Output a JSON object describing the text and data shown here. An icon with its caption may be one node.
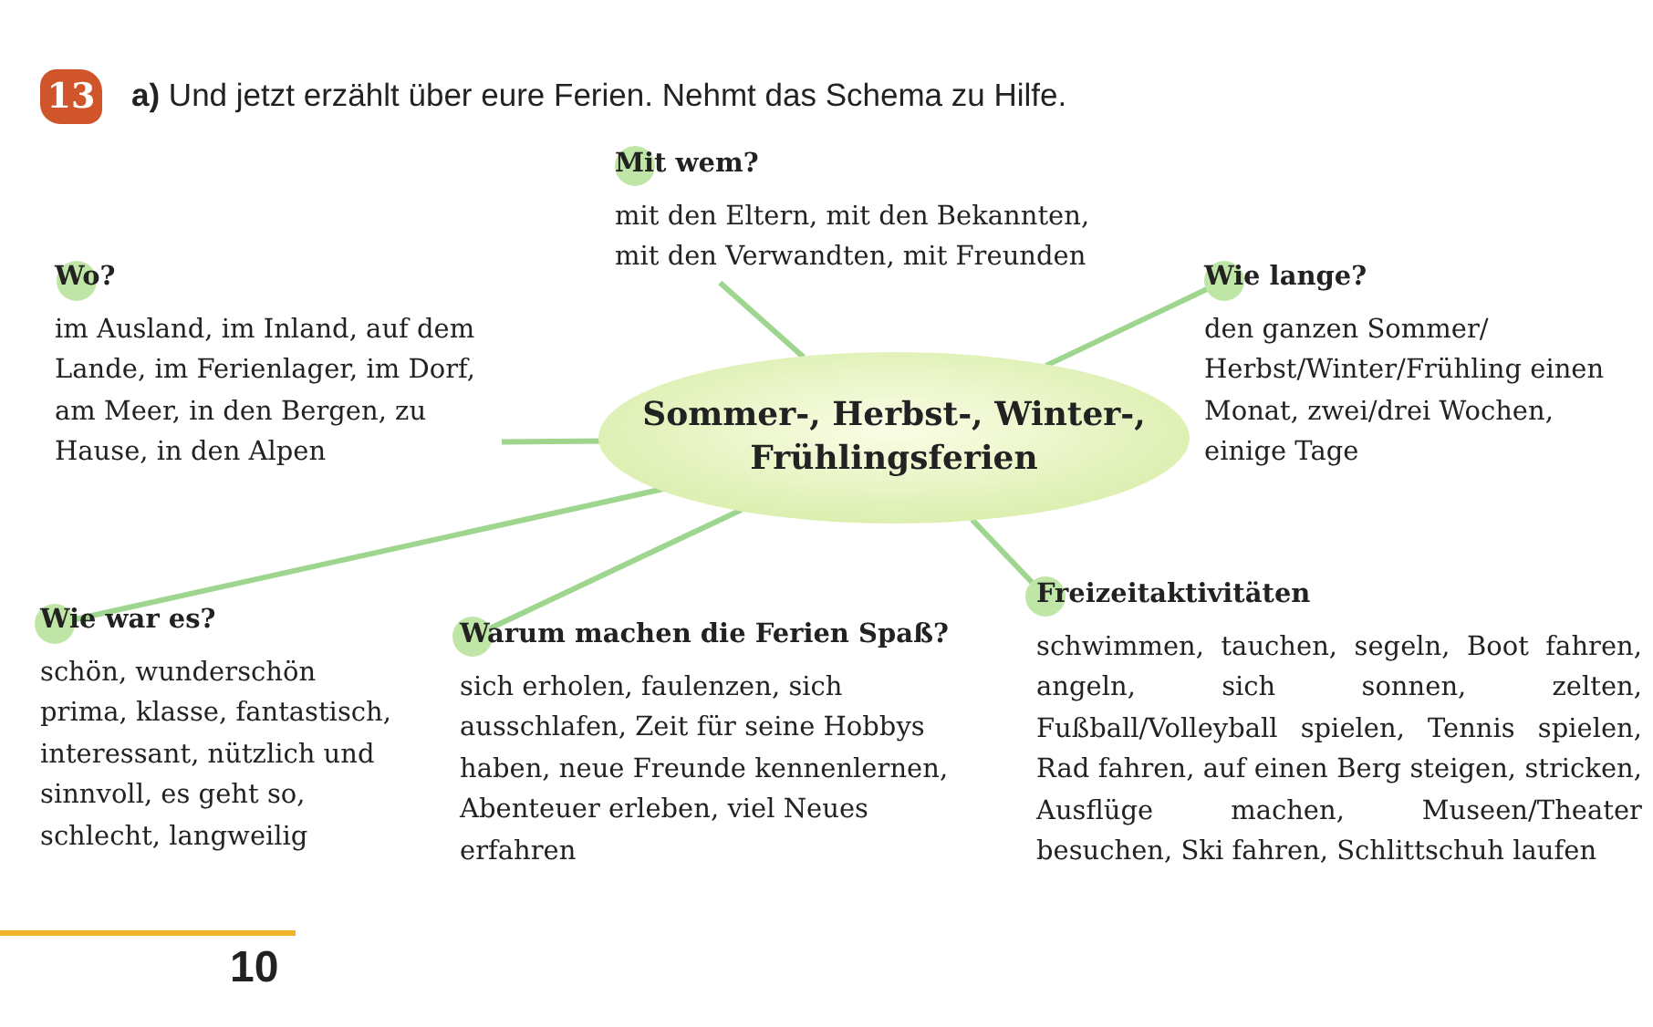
{
  "diagram": {
    "title": "**a)** Und jetzt erzählt über eure Ferien. Nehmt das Schema zu Hilfe.",
    "nodes": [
      {
        "text": [
          "Sommer-, Herbst-, Winter-, Frühlingsferien"
        ]
      },
      {
        "text": [
          "Mit wem?",
          "mit den Eltern, mit den Bekannten, mit den Verwandten, mit Freunden"
        ]
      },
      {
        "text": [
          "Wo?",
          "im Ausland, im Inland, auf dem Lande, im Ferienlager, im Dorf, am Meer, in den Bergen, zu Hause, in den Alpen"
        ]
      },
      {
        "text": [
          "Wie lange?",
          "den ganzen Sommer/ Herbst/Winter/Frühling einen Monat, zwei/drei Wochen, einige Tage"
        ]
      },
      {
        "text": [
          "Wie war es?",
          "schön, wunderschön prima, klasse, fantastisch, interessant, nützlich und sinnvoll, es geht so, schlecht, langweilig"
        ]
      },
      {
        "text": [
          "Warum machen die Ferien Spaß?",
          "sich erholen, faulenzen, sich ausschlafen, Zeit für seine Hobbys haben, neue Freunde kennenlernen, Abenteuer erleben, viel Neues erfahren"
        ]
      },
      {
        "text": [
          "Freizeitaktivitäten",
          "schwimmen, tauchen, segeln, Boot fahren, angeln, sich sonnen, zelten, Fußball/Volleyball spielen, Tennis spielen, Rad fahren, auf einen Berg steigen, stricken, Ausflüge machen, Museen/Theater besuchen, Ski fahren, Schlittschuh laufen"
        ]
      }
    ],
    "edges": [
      {
        "from": 0,
        "to": 1,
        "arrow": "none"
      },
      {
        "from": 0,
        "to": 2,
        "arrow": "none"
      },
      {
        "from": 0,
        "to": 3,
        "arrow": "none"
      },
      {
        "from": 0,
        "to": 4,
        "arrow": "none"
      },
      {
        "from": 0,
        "to": 5,
        "arrow": "none"
      },
      {
        "from": 0,
        "to": 6,
        "arrow": "none"
      }
    ],
    "labels": [
      "13",
      "10"
    ]
  }
}
